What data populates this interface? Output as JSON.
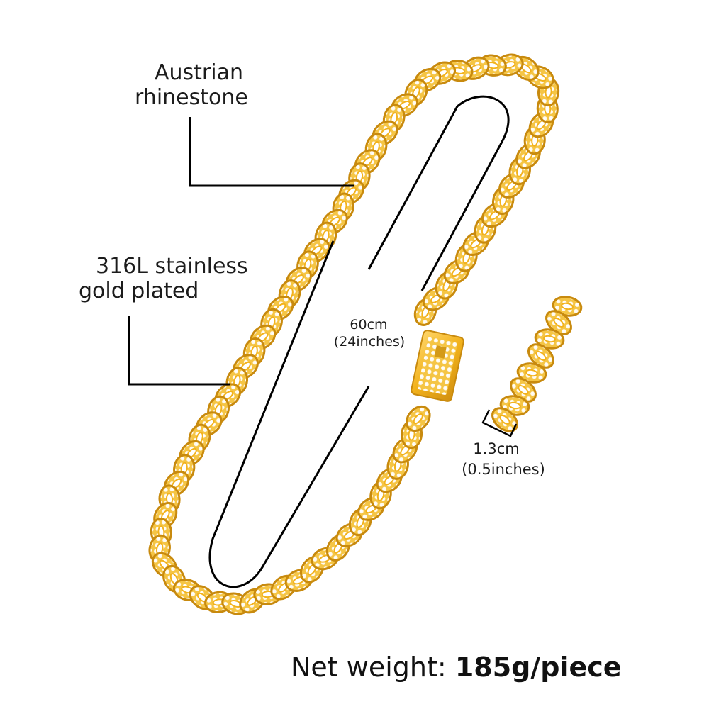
{
  "labels": {
    "rhinestone_line1": "Austrian",
    "rhinestone_line2": "rhinestone",
    "steel_line1": "316L stainless",
    "steel_line2": "gold plated",
    "length_value": "60cm",
    "length_inches": "(24inches)",
    "width_value": "1.3cm",
    "width_inches": "(0.5inches)"
  },
  "weight": {
    "label": "Net weight:",
    "value": "185g/piece"
  },
  "colors": {
    "gold": "#f2b21c",
    "gold_dark": "#c88a0e",
    "gold_light": "#ffd86a",
    "stone": "#fff8e6",
    "line": "#000000"
  }
}
